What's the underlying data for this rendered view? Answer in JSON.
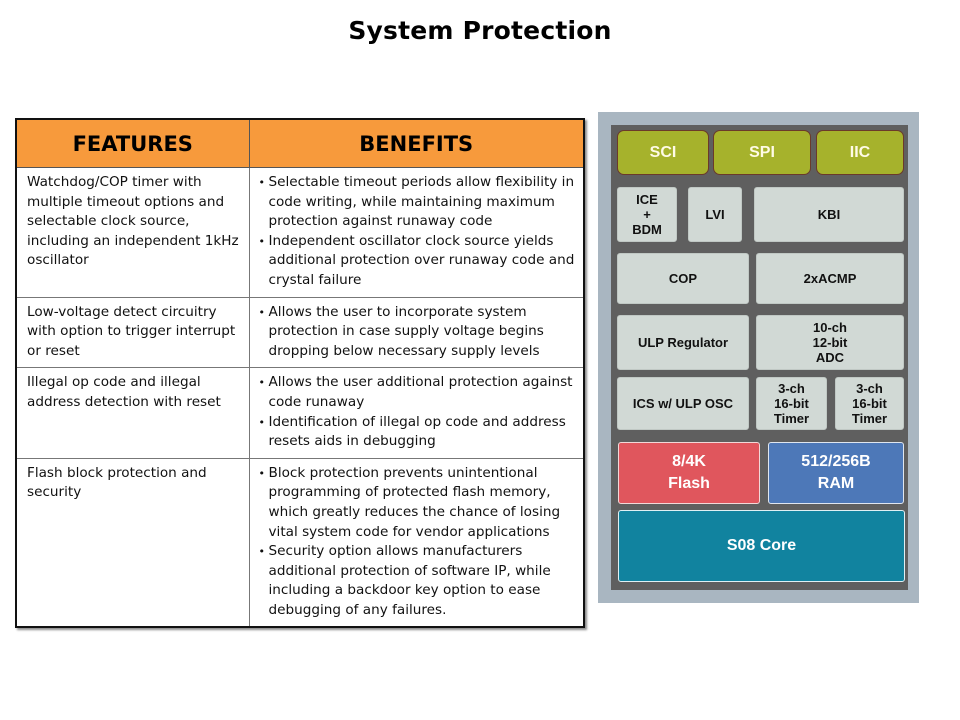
{
  "slide": {
    "title": "System Protection"
  },
  "table": {
    "headers": [
      "FEATURES",
      "BENEFITS"
    ],
    "rows": [
      {
        "feature": "Watchdog/COP timer with multiple timeout options and selectable clock source, including an independent 1kHz oscillator",
        "benefits": [
          "Selectable timeout periods allow flexibility in code writing, while maintaining maximum protection against runaway code",
          "Independent oscillator clock source yields additional protection over runaway code and crystal failure"
        ]
      },
      {
        "feature": "Low-voltage detect circuitry with option to trigger interrupt or reset",
        "benefits": [
          "Allows the user to incorporate system protection in case supply voltage begins dropping below necessary supply levels"
        ]
      },
      {
        "feature": "Illegal op code and illegal address detection with reset",
        "benefits": [
          "Allows the user additional protection against code runaway",
          "Identification of illegal op code and address resets aids in debugging"
        ]
      },
      {
        "feature": "Flash block protection and security",
        "benefits": [
          "Block protection prevents unintentional programming of protected flash memory, which greatly reduces the chance of losing vital system code for vendor applications",
          "Security option allows manufacturers additional protection of software IP, while including a backdoor key option to ease debugging of any failures."
        ]
      }
    ],
    "bullet": "•",
    "header_color": "#f79a3c"
  },
  "diagram": {
    "blocks": {
      "sci": "SCI",
      "spi": "SPI",
      "iic": "IIC",
      "ice_bdm": "ICE\n+\nBDM",
      "lvi": "LVI",
      "kbi": "KBI",
      "cop": "COP",
      "acmp": "2xACMP",
      "ulp_regulator": "ULP Regulator",
      "adc": "10-ch\n12-bit\nADC",
      "ics": "ICS w/ ULP OSC",
      "timer1": "3-ch\n16-bit\nTimer",
      "timer2": "3-ch\n16-bit\nTimer",
      "flash": "8/4K\nFlash",
      "ram": "512/256B\nRAM",
      "core": "S08 Core"
    },
    "colors": {
      "comm": "#a6b22c",
      "peripheral": "#d1d9d5",
      "flash": "#e0565d",
      "ram": "#4d78b8",
      "core": "#11839f",
      "frame": "#a9b6c1",
      "chip": "#5f5f5f"
    }
  }
}
